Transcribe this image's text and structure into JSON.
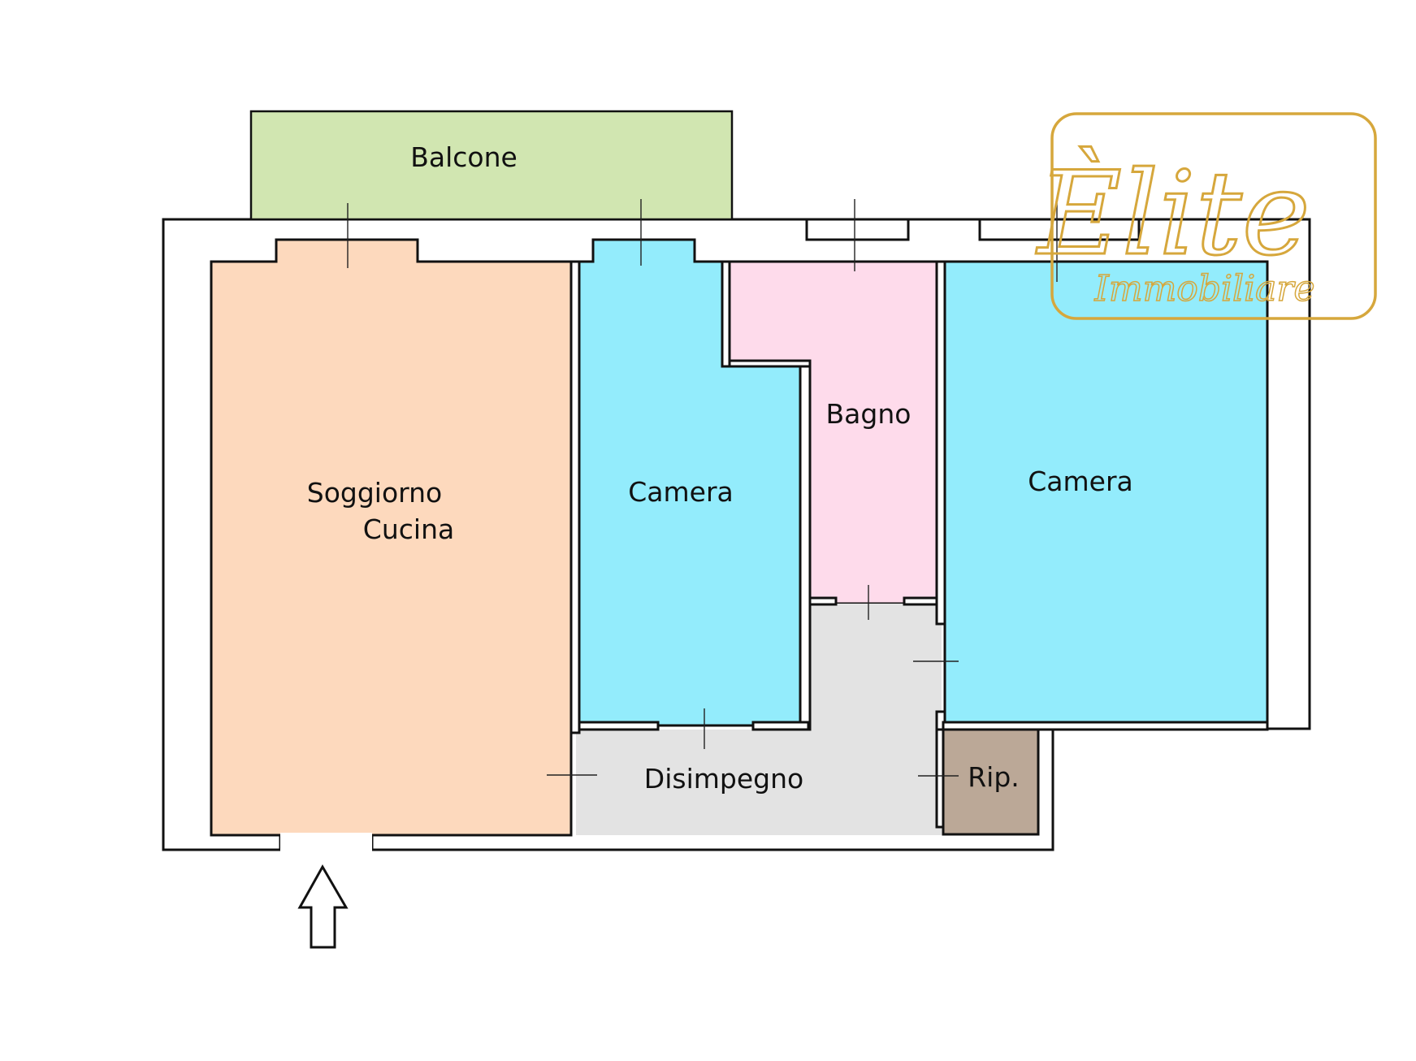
{
  "colors": {
    "balcone": "#d1e6b1",
    "soggiorno": "#fdd9bd",
    "camera": "#93ecfc",
    "bagno": "#fedbeb",
    "disimpegno": "#e3e3e3",
    "ripostiglio": "#bba897",
    "walls": "#111111",
    "logo_gold": "#d6a73c"
  },
  "rooms": {
    "balcone": "Balcone",
    "soggiorno_line1": "Soggiorno",
    "soggiorno_line2": "Cucina",
    "camera_1": "Camera",
    "bagno": "Bagno",
    "camera_2": "Camera",
    "disimpegno": "Disimpegno",
    "ripostiglio": "Rip."
  },
  "entrance": {
    "icon": "entrance-arrow-icon"
  },
  "logo": {
    "brand_text": "Èlite",
    "subtitle": "Immobiliare"
  }
}
